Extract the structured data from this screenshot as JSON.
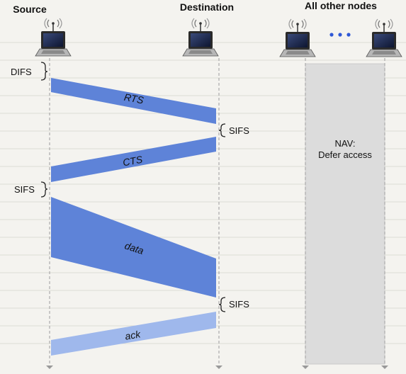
{
  "nodes": {
    "source": "Source",
    "destination": "Destination",
    "others": "All other nodes"
  },
  "messages": {
    "rts": "RTS",
    "cts": "CTS",
    "data": "data",
    "ack": "ack"
  },
  "intervals": {
    "difs": "DIFS",
    "sifs_1": "SIFS",
    "sifs_2": "SIFS",
    "sifs_3": "SIFS"
  },
  "nav": {
    "line1": "NAV:",
    "line2": "Defer access"
  },
  "colors": {
    "message_fill": "#5e83d8",
    "ack_fill": "#9fb8ec",
    "nav_fill": "#dcdcdc",
    "ellipsis": "#2f58d6"
  }
}
